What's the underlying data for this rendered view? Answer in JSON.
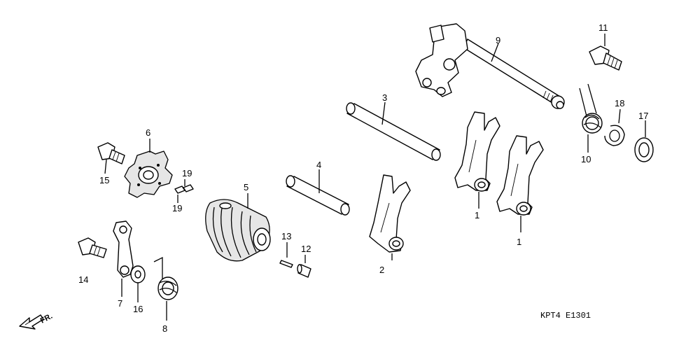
{
  "labels": {
    "l1a": "1",
    "l1b": "1",
    "l2": "2",
    "l3": "3",
    "l4": "4",
    "l5": "5",
    "l6": "6",
    "l7": "7",
    "l8": "8",
    "l9": "9",
    "l10": "10",
    "l11": "11",
    "l12": "12",
    "l13": "13",
    "l14": "14",
    "l15": "15",
    "l16": "16",
    "l17": "17",
    "l18": "18",
    "l19a": "19",
    "l19b": "19"
  },
  "front_marker": "FR.",
  "diagram_code": "KPT4  E1301"
}
